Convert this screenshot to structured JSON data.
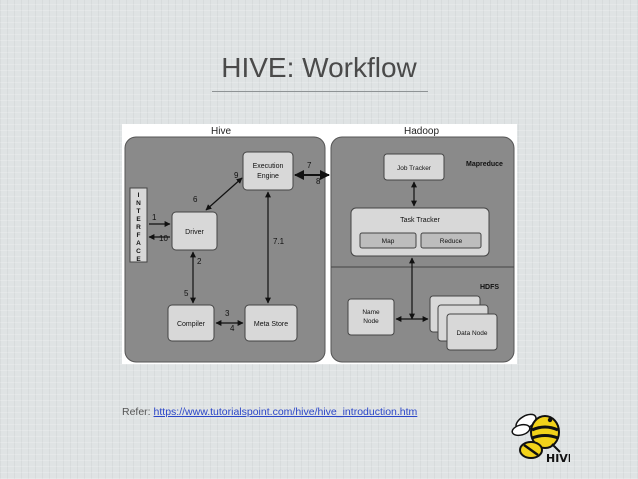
{
  "slide": {
    "title": "HIVE: Workflow",
    "refer_label": "Refer:",
    "refer_link": "https://www.tutorialspoint.com/hive/hive_introduction.htm"
  },
  "diagram": {
    "hive": {
      "panel_label": "Hive",
      "interface_letters": [
        "I",
        "N",
        "T",
        "E",
        "R",
        "F",
        "A",
        "C",
        "E"
      ],
      "driver": "Driver",
      "execution_engine": [
        "Execution",
        "Engine"
      ],
      "compiler": "Compiler",
      "meta_store": "Meta Store"
    },
    "hadoop": {
      "panel_label": "Hadoop",
      "mapreduce_label": "Mapreduce",
      "job_tracker": "Job Tracker",
      "task_tracker": "Task Tracker",
      "map": "Map",
      "reduce": "Reduce",
      "hdfs_label": "HDFS",
      "name_node": [
        "Name",
        "Node"
      ],
      "data_node": "Data Node"
    },
    "steps": {
      "s1": "1",
      "s10": "10",
      "s2": "2",
      "s5": "5",
      "s6": "6",
      "s9": "9",
      "s3": "3",
      "s4": "4",
      "s71": "7.1",
      "s7": "7",
      "s8": "8"
    }
  },
  "logo": {
    "text": "HIVE"
  }
}
